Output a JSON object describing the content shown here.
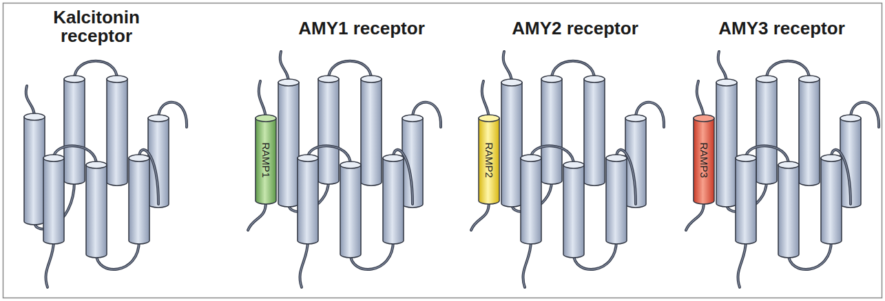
{
  "diagram": {
    "nodes": [
      {
        "text": [
          "Kalcitonin receptor"
        ]
      },
      {
        "text": [
          "AMY1 receptor"
        ]
      },
      {
        "text": [
          "RAMP1"
        ],
        "in": 1
      },
      {
        "text": [
          "AMY2 receptor"
        ]
      },
      {
        "text": [
          "RAMP2"
        ],
        "in": 3
      },
      {
        "text": [
          "AMY3 receptor"
        ]
      },
      {
        "text": [
          "RAMP3"
        ],
        "in": 5
      }
    ]
  }
}
